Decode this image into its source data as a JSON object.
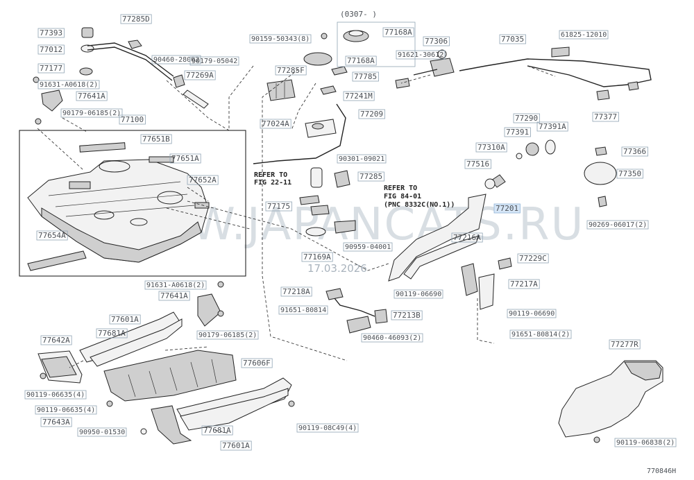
{
  "watermark": {
    "text": "WWW.JAPANCATS.RU",
    "date": "17.03.2026"
  },
  "diagram_code": "770846H",
  "date_range_label": "(0307-      )",
  "notes": {
    "refer_fig_22_11": [
      "REFER TO",
      "FIG 22-11"
    ],
    "refer_fig_84_01": [
      "REFER TO",
      "FIG 84-01",
      "(PNC 8332C(NO.1))"
    ]
  },
  "labels": [
    "77393",
    "77285D",
    "77012",
    "90460-28002",
    "77177",
    "90179-05042",
    "91631-A0618(2)",
    "77641A",
    "90179-06185(2)",
    "77100",
    "77651B",
    "77651A",
    "77652A",
    "77654A",
    "90159-50343(8)",
    "77168A",
    "77168A",
    "77306",
    "77285F",
    "77785",
    "77269A",
    "77241M",
    "77024A",
    "77209",
    "90301-09021",
    "77285",
    "77175",
    "77169A",
    "90959-04001",
    "91621-30612",
    "77035",
    "61825-12010",
    "77377",
    "77290",
    "77391",
    "77391A",
    "77310A",
    "77516",
    "77366",
    "77350",
    "77201",
    "90269-06017(2)",
    "77216A",
    "77229C",
    "77217A",
    "90119-06690",
    "91651-80814(2)",
    "77218A",
    "90119-06690",
    "91651-80814",
    "77213B",
    "90460-46093(2)",
    "91631-A0618(2)",
    "77641A",
    "90179-06185(2)",
    "77601A",
    "77681A",
    "77642A",
    "77606F",
    "90119-06635(4)",
    "90119-06635(4)",
    "77643A",
    "90950-01530",
    "77681A",
    "77601A",
    "90119-08C49(4)",
    "77277R",
    "90119-06838(2)"
  ]
}
